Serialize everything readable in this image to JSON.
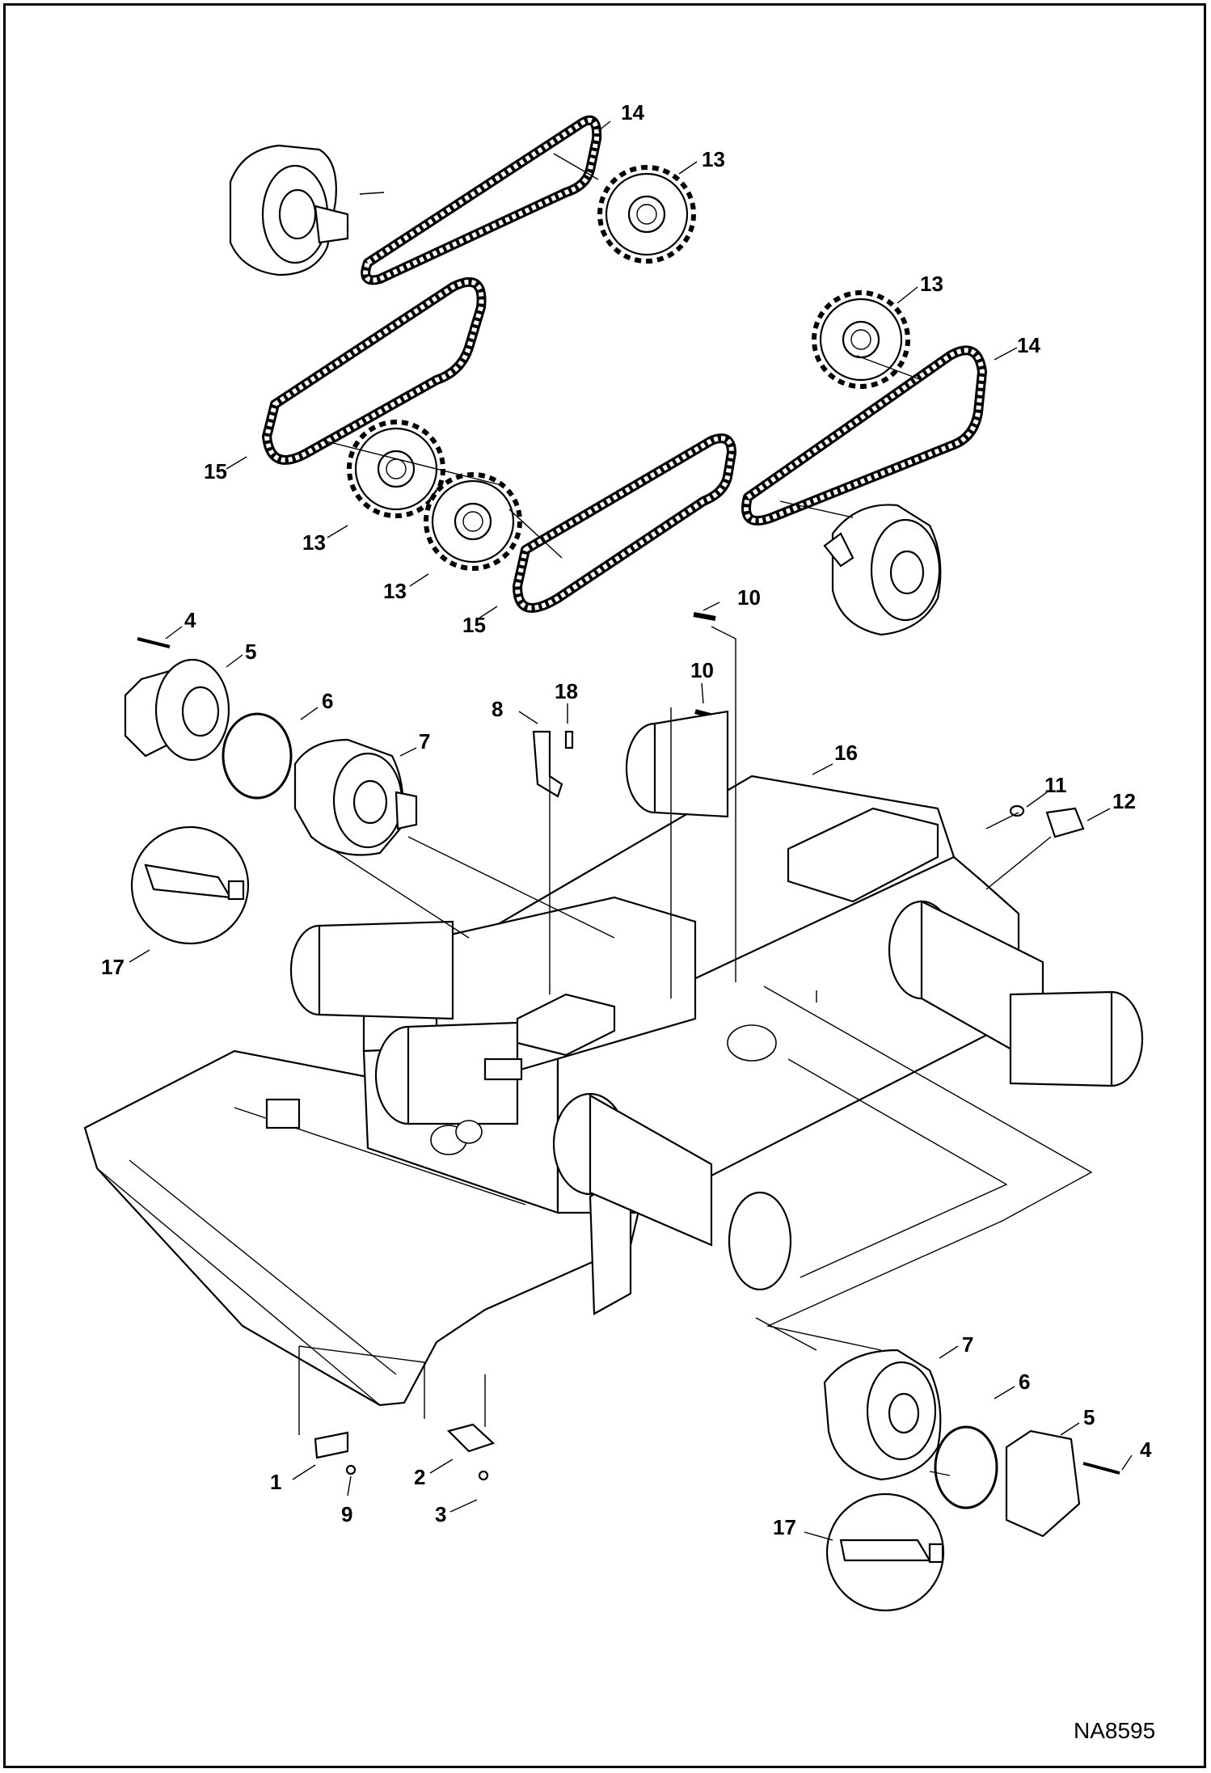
{
  "figure_id": "NA8595",
  "callouts": [
    {
      "id": "c14a",
      "text": "14"
    },
    {
      "id": "c13a",
      "text": "13"
    },
    {
      "id": "c13b",
      "text": "13"
    },
    {
      "id": "c14b",
      "text": "14"
    },
    {
      "id": "c15a",
      "text": "15"
    },
    {
      "id": "c13c",
      "text": "13"
    },
    {
      "id": "c13d",
      "text": "13"
    },
    {
      "id": "c15b",
      "text": "15"
    },
    {
      "id": "c10a",
      "text": "10"
    },
    {
      "id": "c4a",
      "text": "4"
    },
    {
      "id": "c5a",
      "text": "5"
    },
    {
      "id": "c10b",
      "text": "10"
    },
    {
      "id": "c6a",
      "text": "6"
    },
    {
      "id": "c18",
      "text": "18"
    },
    {
      "id": "c8",
      "text": "8"
    },
    {
      "id": "c7a",
      "text": "7"
    },
    {
      "id": "c16",
      "text": "16"
    },
    {
      "id": "c11",
      "text": "11"
    },
    {
      "id": "c12",
      "text": "12"
    },
    {
      "id": "c17a",
      "text": "17"
    },
    {
      "id": "c7b",
      "text": "7"
    },
    {
      "id": "c6b",
      "text": "6"
    },
    {
      "id": "c5b",
      "text": "5"
    },
    {
      "id": "c4b",
      "text": "4"
    },
    {
      "id": "c1",
      "text": "1"
    },
    {
      "id": "c2",
      "text": "2"
    },
    {
      "id": "c3",
      "text": "3"
    },
    {
      "id": "c9",
      "text": "9"
    },
    {
      "id": "c17b",
      "text": "17"
    }
  ],
  "icons": [
    "roller-chain-icon",
    "sprocket-icon",
    "drive-motor-icon",
    "o-ring-icon",
    "grease-tube-icon",
    "axle-frame-icon",
    "bolt-icon",
    "bracket-icon"
  ]
}
